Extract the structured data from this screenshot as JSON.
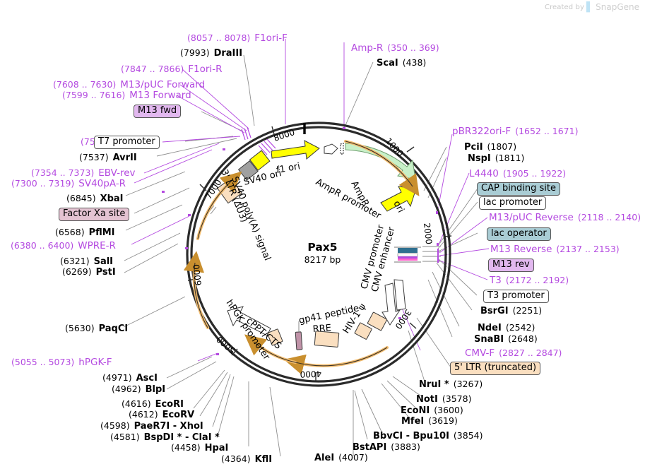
{
  "credit": {
    "prefix": "Created by",
    "brand": "SnapGene"
  },
  "plasmid": {
    "name": "Pax5",
    "size": "8217 bp",
    "length_bp": 8217,
    "ticks": [
      "1000",
      "2000",
      "3000",
      "4000",
      "5000",
      "6000",
      "7000",
      "8000"
    ]
  },
  "inner_features": [
    {
      "name": "f1 ori",
      "color": "#ffff00"
    },
    {
      "name": "SV40 ori",
      "color": "#ffffff"
    },
    {
      "name": "AmpR promoter",
      "color": "#ffffff"
    },
    {
      "name": "AmpR",
      "color": "#c8f0c8"
    },
    {
      "name": "ori",
      "color": "#ffff00"
    },
    {
      "name": "CMV promoter",
      "color": "#ffffff"
    },
    {
      "name": "CMV enhancer",
      "color": "#ffffff"
    },
    {
      "name": "HIV-1 ψ",
      "color": "#fadfc0"
    },
    {
      "name": "RRE",
      "color": "#fadfc0"
    },
    {
      "name": "gp41 peptide",
      "color": "#c8a0b4"
    },
    {
      "name": "cPPT/CTS",
      "color": "#fadfc0"
    },
    {
      "name": "hPGK promoter",
      "color": "#ffffff"
    },
    {
      "name": "SV40 poly(A) signal",
      "color": "#a0a0a0"
    },
    {
      "name": "3' LTR (ΔU3)",
      "color": "#fadfc0"
    }
  ],
  "labels": {
    "f1ori_f": {
      "coord": "(8057 .. 8078)",
      "name": "F1ori-F",
      "style": "purple"
    },
    "draiii": {
      "coord": "(7993)",
      "name": "DraIII",
      "style": "enzyme"
    },
    "f1ori_r": {
      "coord": "(7847 .. 7866)",
      "name": "F1ori-R",
      "style": "purple"
    },
    "m13puc_fwd": {
      "coord": "(7608 .. 7630)",
      "name": "M13/pUC Forward",
      "style": "purple"
    },
    "m13_fwd_prim": {
      "coord": "(7599 .. 7616)",
      "name": "M13 Forward",
      "style": "purple"
    },
    "m13_fwd_badge": {
      "name": "M13 fwd",
      "style": "badge-violet"
    },
    "t7_prim": {
      "coord": "(7570 .. 7589)",
      "name": "T7",
      "style": "purple"
    },
    "t7_promoter": {
      "name": "T7 promoter",
      "style": "badge-white"
    },
    "avrii": {
      "coord": "(7537)",
      "name": "AvrII",
      "style": "enzyme"
    },
    "ebv_rev": {
      "coord": "(7354 .. 7373)",
      "name": "EBV-rev",
      "style": "purple"
    },
    "sv40pa_r": {
      "coord": "(7300 .. 7319)",
      "name": "SV40pA-R",
      "style": "purple"
    },
    "xbai": {
      "coord": "(6845)",
      "name": "XbaI",
      "style": "enzyme"
    },
    "factor_xa": {
      "name": "Factor Xa site",
      "style": "badge-pink"
    },
    "pflmi": {
      "coord": "(6568)",
      "name": "PflMI",
      "style": "enzyme"
    },
    "wpre_r": {
      "coord": "(6380 .. 6400)",
      "name": "WPRE-R",
      "style": "purple"
    },
    "sali": {
      "coord": "(6321)",
      "name": "SalI",
      "style": "enzyme"
    },
    "psti": {
      "coord": "(6269)",
      "name": "PstI",
      "style": "enzyme"
    },
    "paqci": {
      "coord": "(5630)",
      "name": "PaqCI",
      "style": "enzyme"
    },
    "hpgk_f": {
      "coord": "(5055 .. 5073)",
      "name": "hPGK-F",
      "style": "purple"
    },
    "asci": {
      "coord": "(4971)",
      "name": "AscI",
      "style": "enzyme"
    },
    "blpi": {
      "coord": "(4962)",
      "name": "BlpI",
      "style": "enzyme"
    },
    "ecori": {
      "coord": "(4616)",
      "name": "EcoRI",
      "style": "enzyme"
    },
    "ecorv": {
      "coord": "(4612)",
      "name": "EcoRV",
      "style": "enzyme"
    },
    "paer7i_xhoi": {
      "coord": "(4598)",
      "name": "PaeR7I  -  XhoI",
      "style": "enzyme"
    },
    "bspdi_clai": {
      "coord": "(4581)",
      "name": "BspDI *  -  ClaI *",
      "style": "enzyme"
    },
    "hpai": {
      "coord": "(4458)",
      "name": "HpaI",
      "style": "enzyme"
    },
    "kfli": {
      "coord": "(4364)",
      "name": "KflI",
      "style": "enzyme"
    },
    "alei": {
      "coord": "(4007)",
      "name": "AleI",
      "style": "enzyme-rev"
    },
    "bstapi": {
      "coord": "(3883)",
      "name": "BstAPI",
      "style": "enzyme-rev"
    },
    "bbvci_bpu10i": {
      "coord": "(3854)",
      "name": "BbvCI  -  Bpu10I",
      "style": "enzyme-rev"
    },
    "mfei": {
      "coord": "(3619)",
      "name": "MfeI",
      "style": "enzyme-rev"
    },
    "econi": {
      "coord": "(3600)",
      "name": "EcoNI",
      "style": "enzyme-rev"
    },
    "noti": {
      "coord": "(3578)",
      "name": "NotI",
      "style": "enzyme-rev"
    },
    "nrui": {
      "coord": "(3267)",
      "name": "NruI *",
      "style": "enzyme-rev"
    },
    "ltr5": {
      "name": "5' LTR (truncated)",
      "style": "badge-peach"
    },
    "cmv_f": {
      "coord": "(2827 .. 2847)",
      "name": "CMV-F",
      "style": "purple-rev"
    },
    "snabi": {
      "coord": "(2648)",
      "name": "SnaBI",
      "style": "enzyme-rev"
    },
    "ndei": {
      "coord": "(2542)",
      "name": "NdeI",
      "style": "enzyme-rev"
    },
    "bsrgi": {
      "coord": "(2251)",
      "name": "BsrGI",
      "style": "enzyme-rev"
    },
    "t3_promoter": {
      "name": "T3 promoter",
      "style": "badge-white"
    },
    "t3_prim": {
      "coord": "(2172 .. 2192)",
      "name": "T3",
      "style": "purple-rev"
    },
    "m13_rev_badge": {
      "name": "M13 rev",
      "style": "badge-violet"
    },
    "m13_reverse": {
      "coord": "(2137 .. 2153)",
      "name": "M13 Reverse",
      "style": "purple-rev"
    },
    "lac_operator": {
      "name": "lac operator",
      "style": "badge-teal"
    },
    "m13puc_rev": {
      "coord": "(2118 .. 2140)",
      "name": "M13/pUC Reverse",
      "style": "purple-rev"
    },
    "lac_promoter": {
      "name": "lac promoter",
      "style": "badge-white"
    },
    "cap_binding": {
      "name": "CAP binding site",
      "style": "badge-teal"
    },
    "l4440": {
      "coord": "(1905 .. 1922)",
      "name": "L4440",
      "style": "purple-rev"
    },
    "nspi": {
      "coord": "(1811)",
      "name": "NspI",
      "style": "enzyme-rev"
    },
    "pcii": {
      "coord": "(1807)",
      "name": "PciI",
      "style": "enzyme-rev"
    },
    "pbr322ori_f": {
      "coord": "(1652 .. 1671)",
      "name": "pBR322ori-F",
      "style": "purple-rev"
    },
    "scai": {
      "coord": "(438)",
      "name": "ScaI",
      "style": "enzyme-rev"
    },
    "amp_r": {
      "coord": "(350 .. 369)",
      "name": "Amp-R",
      "style": "purple-rev"
    }
  },
  "colors": {
    "primer": "#b44ae0",
    "enzyme": "#000000",
    "backbone": "#2b2b2b",
    "yellow": "#ffff00",
    "green": "#c8f0c8",
    "peach": "#fadfc0",
    "teal": "#a9ccd4",
    "violet": "#e2b8ef",
    "pink": "#e4c3d2",
    "orange_arrow": "#f2bc6e",
    "leader": "#909090"
  }
}
